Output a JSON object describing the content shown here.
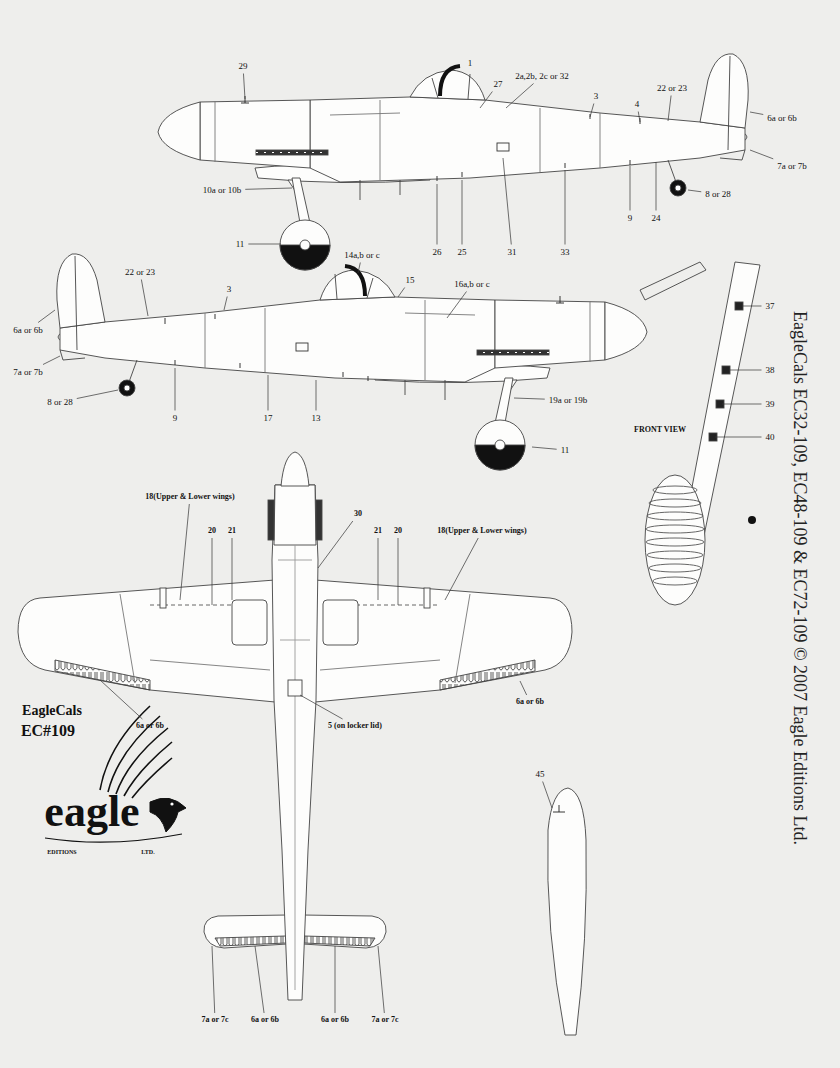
{
  "diagram": {
    "labels": [
      "29",
      "1",
      "27",
      "2a,2b, 2c or 32",
      "3",
      "22 or 23",
      "4",
      "6a or 6b",
      "10a or 10b",
      "26",
      "25",
      "31",
      "33",
      "9",
      "24",
      "8 or 28",
      "7a or 7b",
      "11",
      "22 or 23",
      "3",
      "14a,b or c",
      "15",
      "16a,b or c",
      "6a or 6b",
      "7a or 7b",
      "8 or 28",
      "9",
      "17",
      "13",
      "19a or 19b",
      "11",
      "EagleCals EC32-109, EC48-109 & EC72-109 © 2007 Eagle Editions Ltd.",
      "37",
      "38",
      "39",
      "40",
      "FRONT VIEW",
      "18(Upper & Lower wings)",
      "20",
      "21",
      "30",
      "21",
      "20",
      "18(Upper & Lower wings)",
      "6a or 6b",
      "6a or 6b",
      "5 (on locker lid)",
      "7a or 7c",
      "6a or 6b",
      "6a or 6b",
      "7a or 7c",
      "EagleCals",
      "EC#109",
      "eagle",
      "EDITIONS",
      "LTD.",
      "45"
    ]
  }
}
